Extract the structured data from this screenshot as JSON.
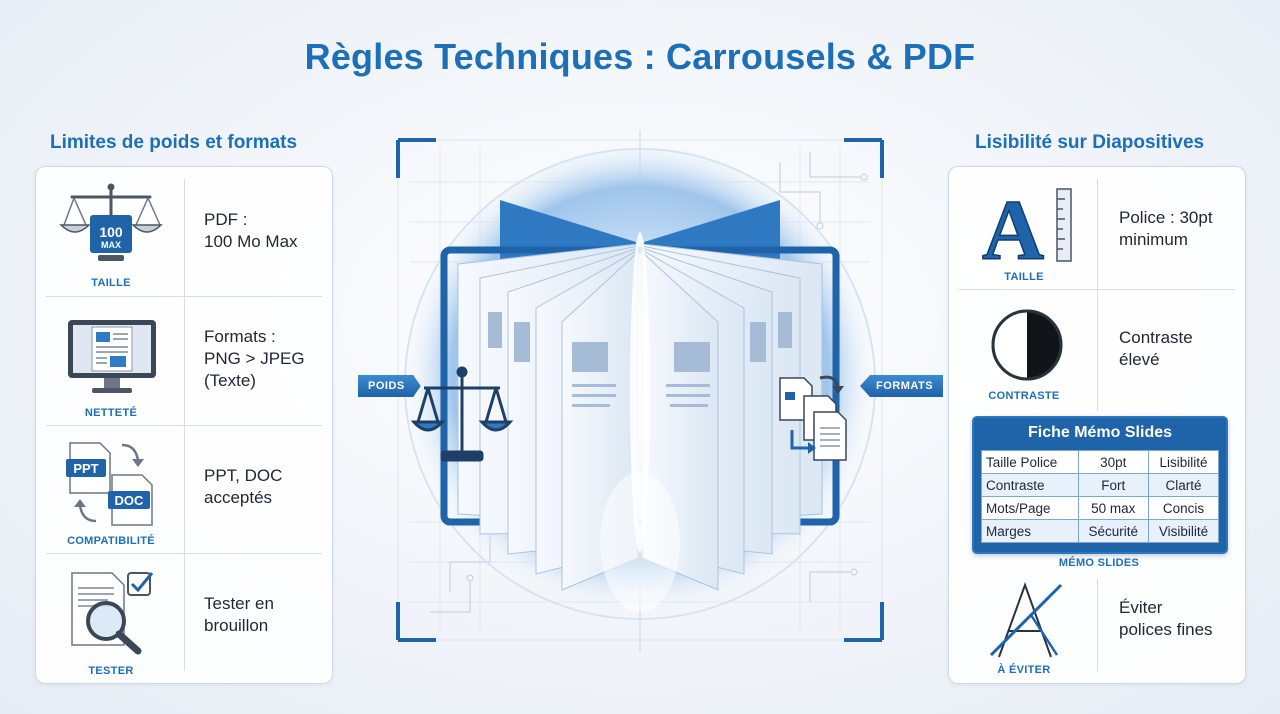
{
  "title": "Règles Techniques : Carrousels & PDF",
  "left": {
    "title": "Limites de poids et formats",
    "rows": [
      {
        "icon": "scale-100-max-icon",
        "badge_top": "100",
        "badge_bottom": "MAX",
        "caption": "TAILLE",
        "text": "PDF :\n100 Mo Max"
      },
      {
        "icon": "monitor-document-icon",
        "caption": "NETTETÉ",
        "text": "Formats :\nPNG > JPEG\n(Texte)"
      },
      {
        "icon": "ppt-doc-convert-icon",
        "badge_top": "PPT",
        "badge_bottom": "DOC",
        "caption": "COMPATIBILITÉ",
        "text": "PPT, DOC\nacceptés"
      },
      {
        "icon": "magnifier-check-icon",
        "caption": "TESTER",
        "text": "Tester en\nbrouillon"
      }
    ]
  },
  "center": {
    "tag_left": "POIDS",
    "tag_right": "FORMATS"
  },
  "right": {
    "title": "Lisibilité sur Diapositives",
    "rows": [
      {
        "icon": "font-size-ruler-icon",
        "glyph": "A",
        "caption": "TAILLE",
        "text": "Police : 30pt\nminimum"
      },
      {
        "icon": "contrast-icon",
        "caption": "CONTRASTE",
        "text": "Contraste\nélevé"
      },
      {
        "icon": "thin-font-crossed-icon",
        "caption": "À ÉVITER",
        "text": "Éviter\npolices fines"
      }
    ],
    "memo": {
      "title": "Fiche Mémo Slides",
      "caption": "MÉMO SLIDES",
      "rows": [
        [
          "Taille Police",
          "30pt",
          "Lisibilité"
        ],
        [
          "Contraste",
          "Fort",
          "Clarté"
        ],
        [
          "Mots/Page",
          "50 max",
          "Concis"
        ],
        [
          "Marges",
          "Sécurité",
          "Visibilité"
        ]
      ]
    }
  },
  "colors": {
    "accent": "#1d6fb8",
    "accent_dark": "#1f63a8",
    "text": "#1d2733",
    "panel_border": "#cfd9e5"
  }
}
